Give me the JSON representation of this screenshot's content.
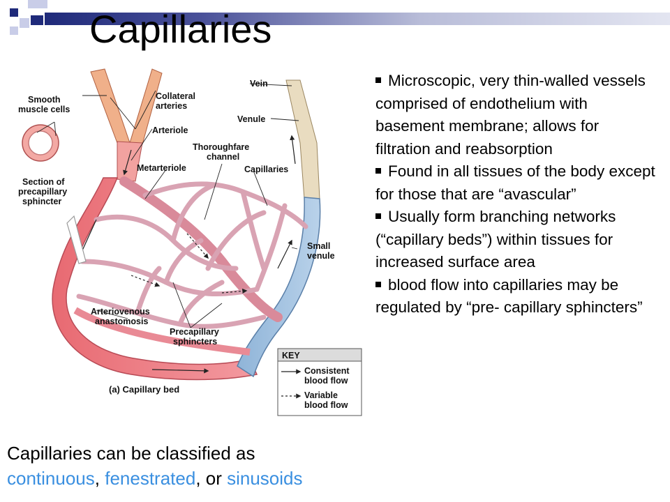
{
  "slide": {
    "title": "Capillaries",
    "accent_color": "#1f2a7a"
  },
  "figure": {
    "labels": {
      "smooth_muscle": [
        "Smooth",
        "muscle cells"
      ],
      "collateral": [
        "Collateral",
        "arteries"
      ],
      "arteriole": "Arteriole",
      "vein": "Vein",
      "venule": "Venule",
      "thoroughfare": [
        "Thoroughfare",
        "channel"
      ],
      "metarteriole": "Metarteriole",
      "capillaries": "Capillaries",
      "section": [
        "Section of",
        "precapillary",
        "sphincter"
      ],
      "small_venule": [
        "Small",
        "venule"
      ],
      "arteriovenous": [
        "Arteriovenous",
        "anastomosis"
      ],
      "precapillary": [
        "Precapillary",
        "sphincters"
      ],
      "caption": "(a) Capillary bed"
    },
    "key": {
      "title": "KEY",
      "consistent": [
        "Consistent",
        "blood flow"
      ],
      "variable": [
        "Variable",
        "blood flow"
      ]
    }
  },
  "bullets": [
    "Microscopic, very thin-walled vessels comprised of endothelium with basement membrane; allows for filtration and reabsorption",
    "Found in all tissues of the body except for those that are “avascular”",
    "Usually form branching networks (“capillary beds”) within tissues for increased surface area",
    "blood flow into capillaries may be regulated by “pre- capillary sphincters”"
  ],
  "bottom": {
    "line1": "Capillaries can be classified as",
    "continuous": "continuous",
    "sep1": ", ",
    "fenestrated": "fenestrated",
    "sep2": ", or ",
    "sinusoids": "sinusoids",
    "link_color": "#3a8fe0"
  }
}
